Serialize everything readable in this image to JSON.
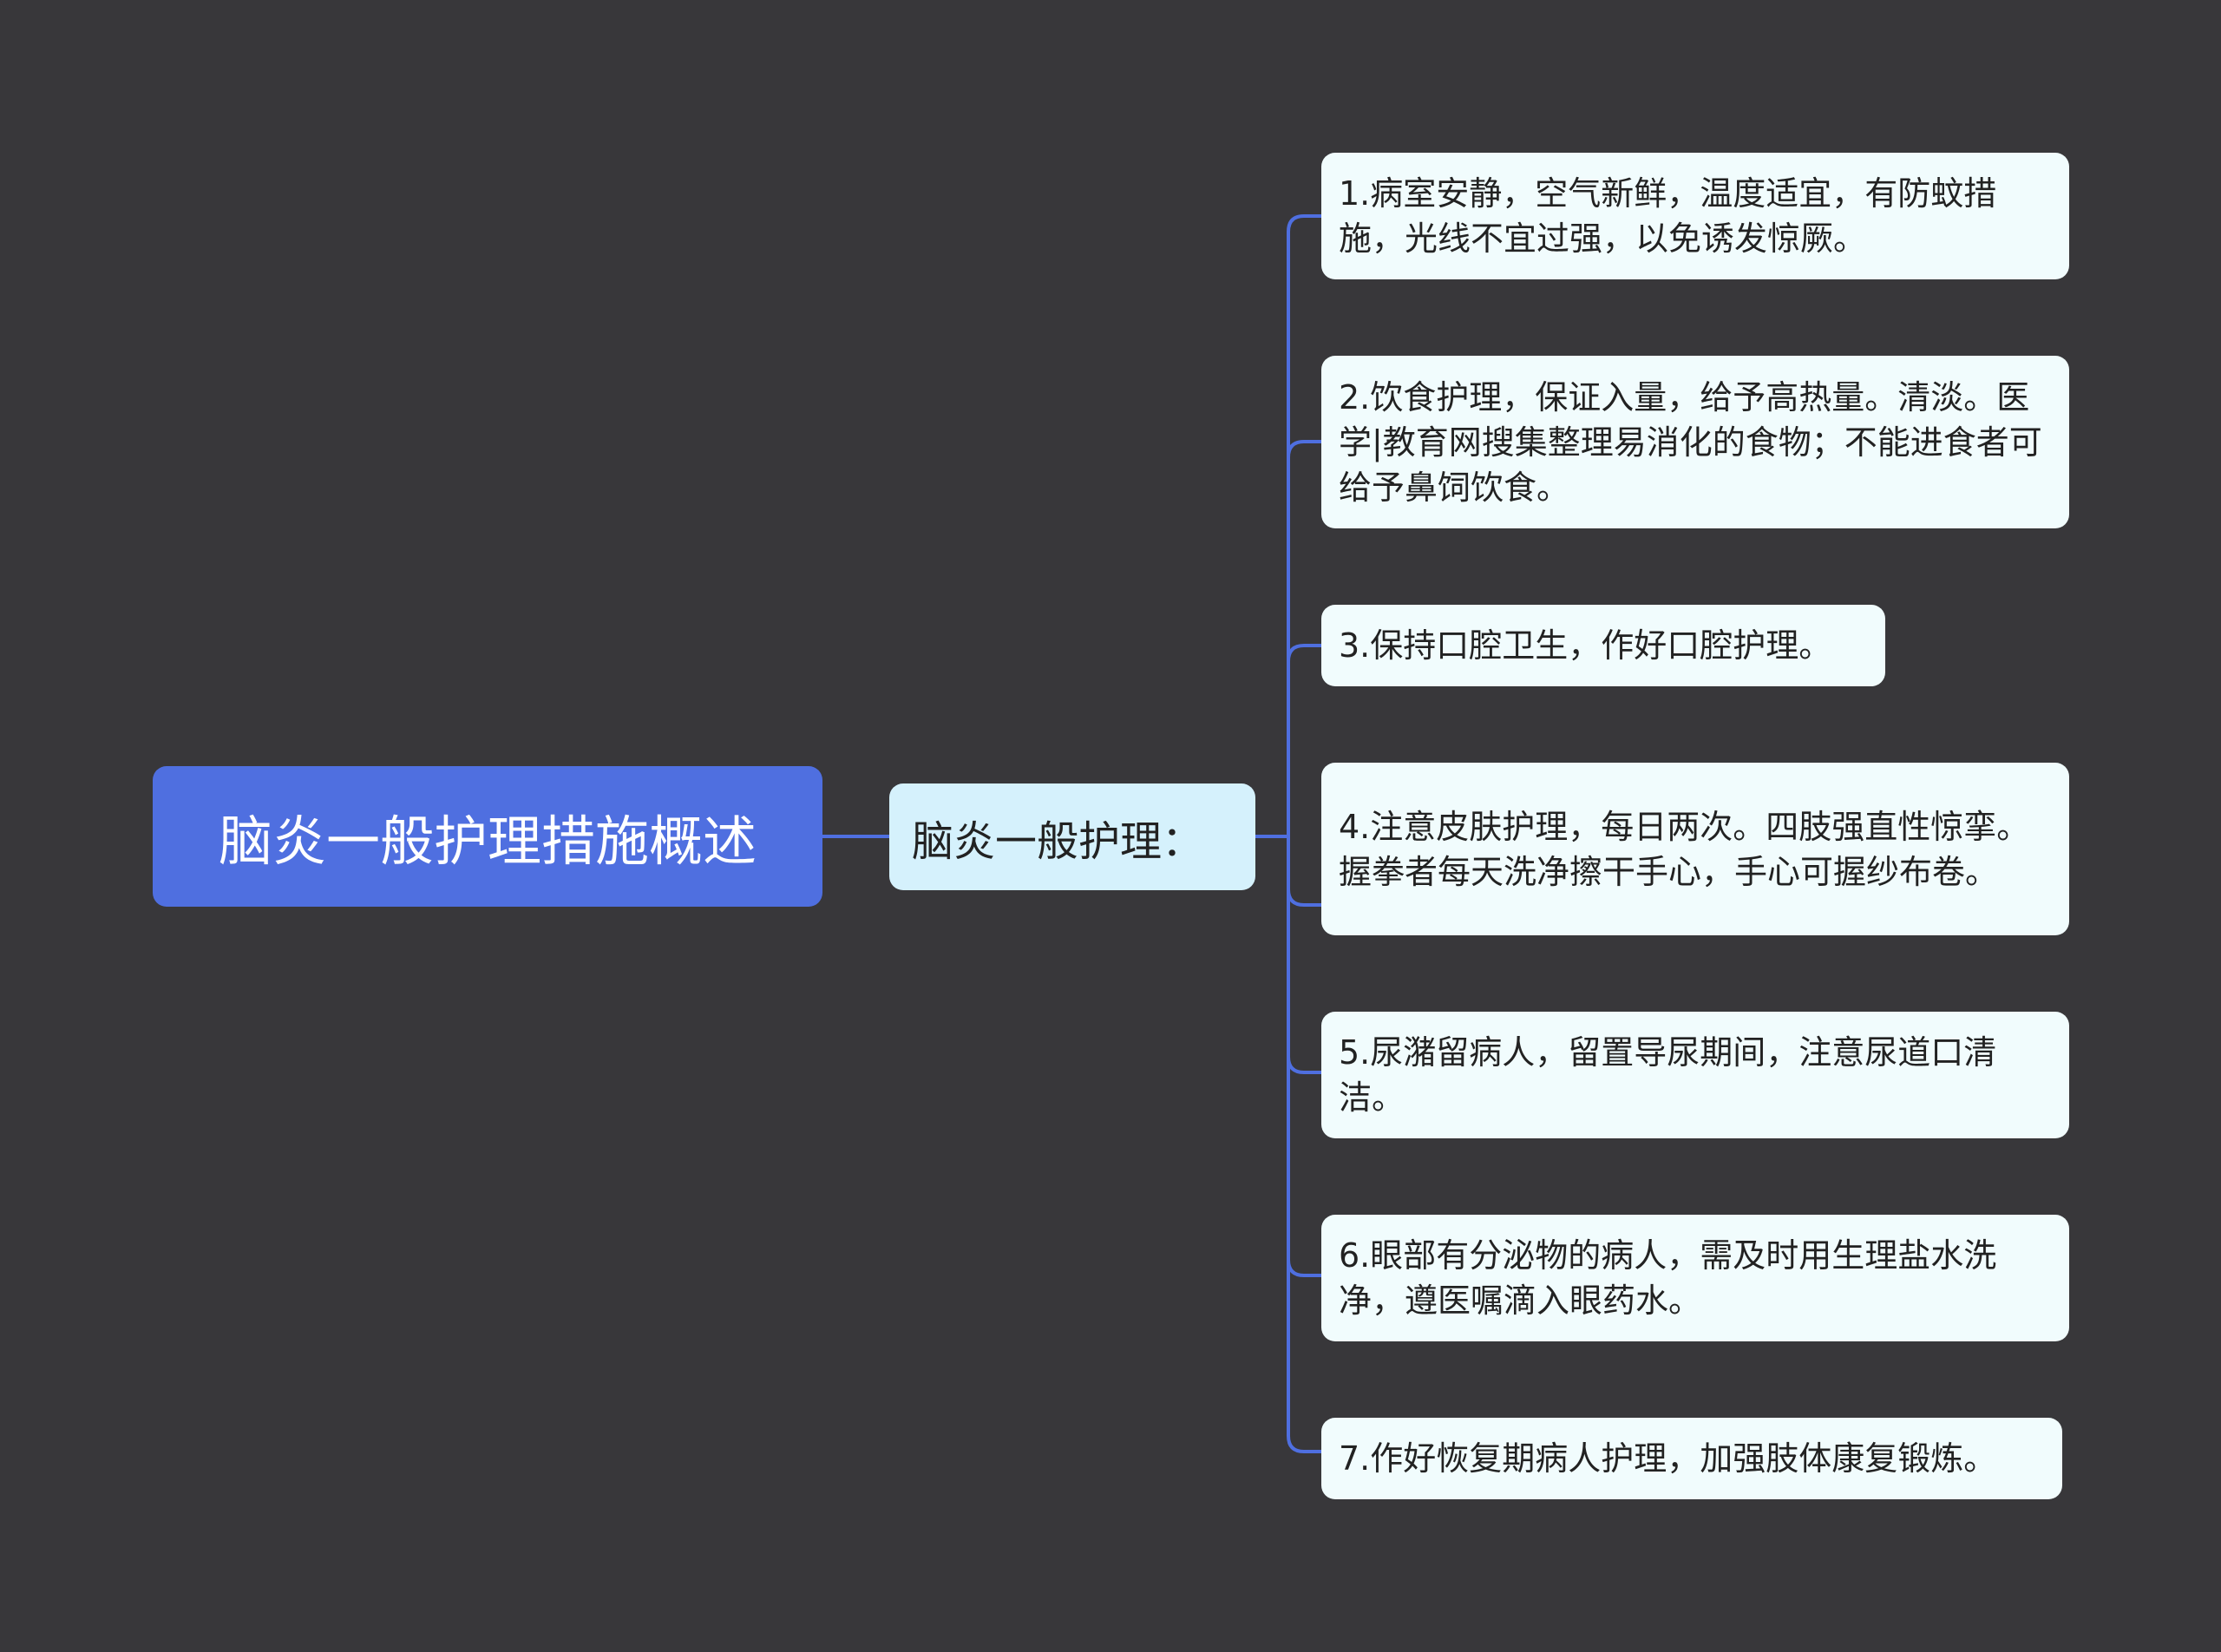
{
  "mindmap": {
    "root": "脑炎一般护理措施概述",
    "branch": "脑炎一般护理：",
    "leaves": [
      "1.病室安静，空气新鲜，温度适宜，有防蚊措施，光线不宜过强，以免诱发惊厥。",
      "2.饮食护理，保证入量，给予高热量。清淡。医学|教育网搜集整理易消化的食物；不能进食者可给予鼻饲饮食。",
      "3.保持口腔卫生，作好口腔护理。",
      "4.注意皮肤护理，每日两次。四肢强直性惊挛。握拳者每天洗净擦干手心，手心可握纱布卷。",
      "5.尿潴留病人，留置导尿期间，注意尿道口清洁。",
      "6.眼部有分泌物的病人，需及时用生理盐水洗净，遵医嘱滴入眼药水。",
      "7.作好恢复期病人护理，加强肢体康复锻炼。"
    ]
  },
  "colors": {
    "background": "#38373a",
    "root_fill": "#4f6fe0",
    "branch_fill": "#d5f1fc",
    "leaf_fill": "#f1fcfd",
    "connector": "#4f6fe0"
  }
}
